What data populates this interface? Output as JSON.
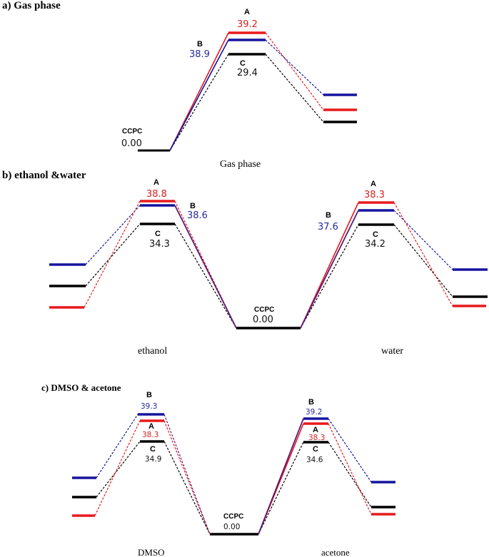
{
  "colors": {
    "A": "#e8191c",
    "B": "#15149e",
    "C": "#000000",
    "labelA": "#d61f1f",
    "labelB": "#2828a0",
    "labelC": "#111111"
  },
  "panels": [
    {
      "title": "a)   Gas phase",
      "caption": "Gas phase",
      "ccpc": {
        "label": "CCPC",
        "value": "0.00"
      },
      "ts_groups": [
        {
          "A": {
            "letter": "A",
            "value": "39.2"
          },
          "B": {
            "letter": "B",
            "value": "38.9"
          },
          "C": {
            "letter": "C",
            "value": "29.4"
          }
        }
      ]
    },
    {
      "title": "b)   ethanol &water",
      "captions": [
        "ethanol",
        "water"
      ],
      "ccpc": {
        "label": "CCPC",
        "value": "0.00"
      },
      "ts_groups": [
        {
          "A": {
            "letter": "A",
            "value": "38.8"
          },
          "B": {
            "letter": "B",
            "value": "38.6"
          },
          "C": {
            "letter": "C",
            "value": "34.3"
          }
        },
        {
          "A": {
            "letter": "A",
            "value": "38.3"
          },
          "B": {
            "letter": "B",
            "value": "37.6"
          },
          "C": {
            "letter": "C",
            "value": "34.2"
          }
        }
      ]
    },
    {
      "title": "c)   DMSO & acetone",
      "captions": [
        "DMSO",
        "acetone"
      ],
      "ccpc": {
        "label": "CCPC",
        "value": "0.00"
      },
      "ts_groups": [
        {
          "A": {
            "letter": "A",
            "value": "38.3"
          },
          "B": {
            "letter": "B",
            "value": "39.3"
          },
          "C": {
            "letter": "C",
            "value": "34.9"
          }
        },
        {
          "A": {
            "letter": "A",
            "value": "38.3"
          },
          "B": {
            "letter": "B",
            "value": "39.2"
          },
          "C": {
            "letter": "C",
            "value": "34.6"
          }
        }
      ]
    }
  ]
}
